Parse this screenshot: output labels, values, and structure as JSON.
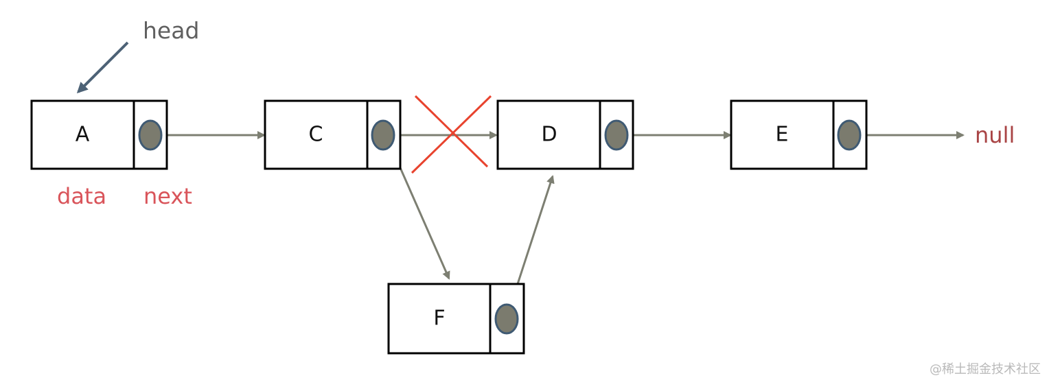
{
  "nodes": [
    {
      "id": "A",
      "label": "A"
    },
    {
      "id": "C",
      "label": "C"
    },
    {
      "id": "D",
      "label": "D"
    },
    {
      "id": "E",
      "label": "E"
    },
    {
      "id": "F",
      "label": "F"
    }
  ],
  "annotations": {
    "head": "head",
    "data": "data",
    "next": "next",
    "null": "null"
  },
  "watermark": "@稀土掘金技术社区",
  "colors": {
    "link": "#7d7f72",
    "pointer_fill": "#7b7b6e",
    "pointer_stroke": "#3f5a73",
    "cross": "#e8432e",
    "annotation_red": "#d9545a",
    "null_label": "#a94445",
    "head_label": "#606060",
    "head_arrow": "#4d6276"
  }
}
